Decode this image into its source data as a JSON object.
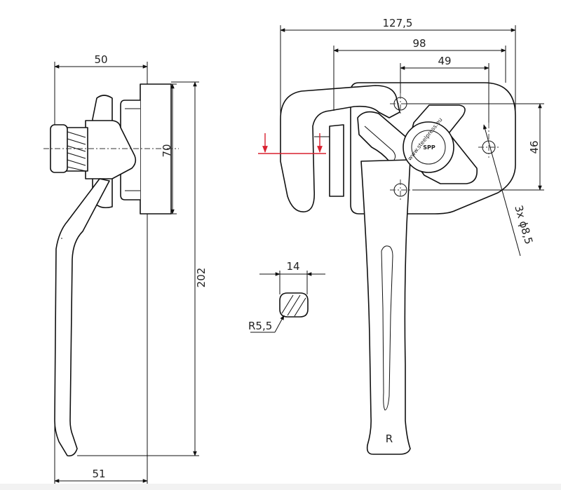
{
  "dimensions": {
    "width_left": "50",
    "height_mount": "70",
    "height_total": "202",
    "width_bottom": "51",
    "overall_width": "127,5",
    "hook_width": "98",
    "hole_spacing": "49",
    "hole_vertical": "46",
    "holes_note": "3x ϕ8,5",
    "section_width": "14",
    "section_radius": "R5,5"
  },
  "labels": {
    "side_mark": "R",
    "logo_text": "SPP",
    "website": "www.steelpress.eu"
  },
  "colors": {
    "line": "#111111",
    "accent_red": "#d9202f"
  }
}
